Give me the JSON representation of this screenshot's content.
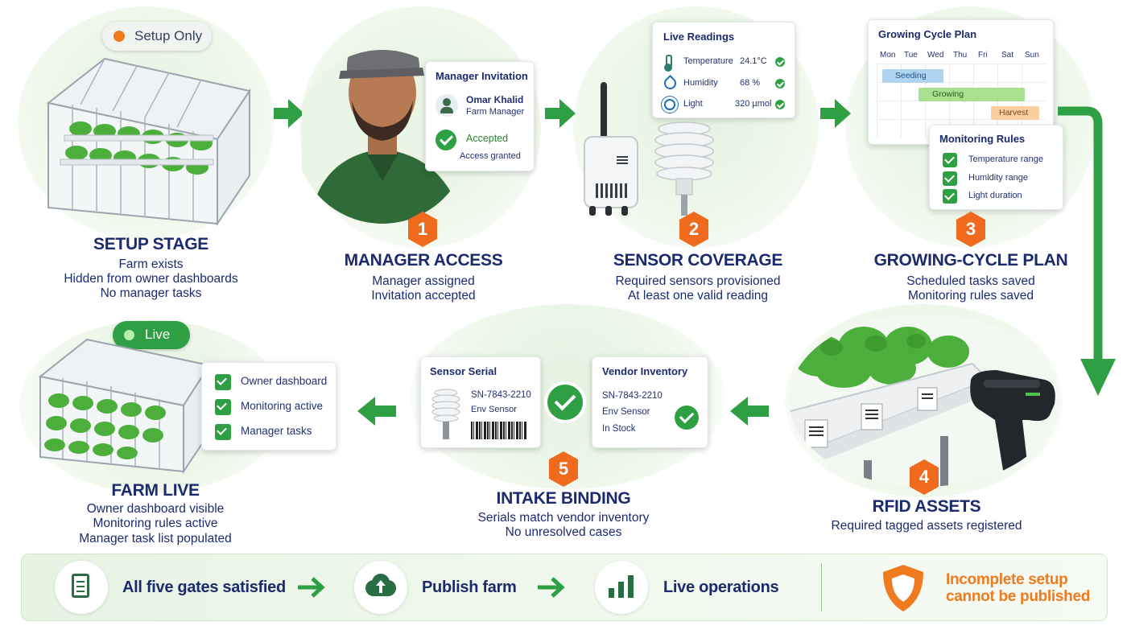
{
  "stages": {
    "setup": {
      "badge": "Setup Only",
      "title": "SETUP STAGE",
      "lines": [
        "Farm exists",
        "Hidden from owner dashboards",
        "No manager tasks"
      ]
    },
    "manager": {
      "number": "1",
      "title": "MANAGER ACCESS",
      "lines": [
        "Manager assigned",
        "Invitation accepted"
      ]
    },
    "sensor": {
      "number": "2",
      "title": "SENSOR COVERAGE",
      "lines": [
        "Required sensors provisioned",
        "At least one valid reading"
      ]
    },
    "cycle": {
      "number": "3",
      "title": "GROWING-CYCLE PLAN",
      "lines": [
        "Scheduled tasks saved",
        "Monitoring rules saved"
      ]
    },
    "rfid": {
      "number": "4",
      "title": "RFID ASSETS",
      "lines": [
        "Required tagged assets registered"
      ]
    },
    "intake": {
      "number": "5",
      "title": "INTAKE BINDING",
      "lines": [
        "Serials match vendor inventory",
        "No unresolved cases"
      ]
    },
    "live": {
      "badge": "Live",
      "title": "FARM LIVE",
      "lines": [
        "Owner dashboard visible",
        "Monitoring rules active",
        "Manager task list populated"
      ]
    }
  },
  "cards": {
    "invitation": {
      "title": "Manager Invitation",
      "name": "Omar Khalid",
      "role": "Farm Manager",
      "status": "Accepted",
      "status_note": "Access granted"
    },
    "readings": {
      "title": "Live Readings",
      "rows": [
        {
          "label": "Temperature",
          "value": "24.1°C"
        },
        {
          "label": "Humidity",
          "value": "68 %"
        },
        {
          "label": "Light",
          "value": "320 µmol"
        }
      ]
    },
    "plan": {
      "title": "Growing Cycle Plan",
      "days": [
        "Mon",
        "Tue",
        "Wed",
        "Thu",
        "Fri",
        "Sat",
        "Sun"
      ],
      "phases": [
        "Seeding",
        "Growing",
        "Harvest"
      ]
    },
    "rules": {
      "title": "Monitoring Rules",
      "items": [
        "Temperature range",
        "Humidity range",
        "Light duration"
      ]
    },
    "serial": {
      "title": "Sensor Serial",
      "serial": "SN-7843-2210",
      "type": "Env Sensor"
    },
    "vendor": {
      "title": "Vendor Inventory",
      "serial": "SN-7843-2210",
      "type": "Env Sensor",
      "stock": "In Stock"
    },
    "live_checks": {
      "items": [
        "Owner dashboard",
        "Monitoring active",
        "Manager tasks"
      ]
    }
  },
  "footer": {
    "step1": "All five gates satisfied",
    "step2": "Publish farm",
    "step3": "Live operations",
    "warning_line1": "Incomplete setup",
    "warning_line2": "cannot be published"
  },
  "colors": {
    "accent_green": "#2ea043",
    "badge_orange": "#f06a1e",
    "title_navy": "#1c2a6e",
    "warning_orange": "#f07a1e"
  }
}
